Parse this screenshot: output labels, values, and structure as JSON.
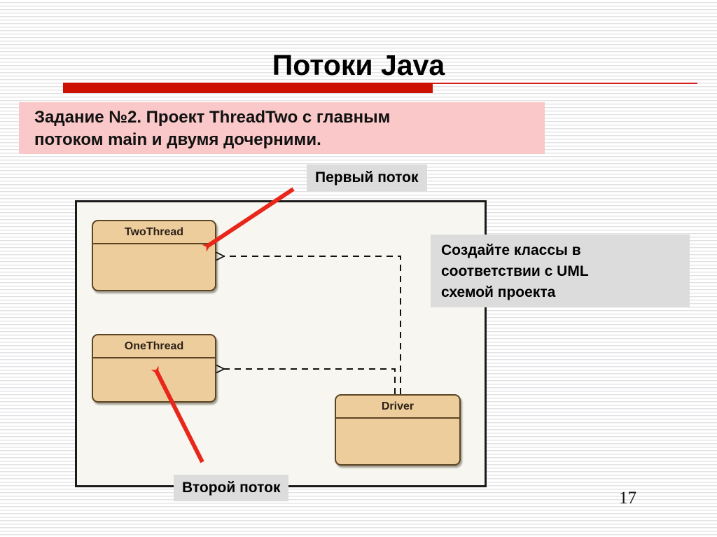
{
  "slide": {
    "title": "Потоки Java",
    "page_number": "17",
    "accent_color": "#cc1100",
    "task_box_color": "#fac8c8",
    "callout_color": "#dcdcdc",
    "uml_fill_color": "#eecd9c",
    "uml_border_color": "#5b4423",
    "arrow_color": "#e8271a"
  },
  "task": {
    "line1": "Задание №2. Проект  ThreadTwo с главным",
    "line2": "потоком main и двумя дочерними."
  },
  "callouts": {
    "first_thread": "Первый поток",
    "second_thread": "Второй поток"
  },
  "instruction": {
    "line1": "Создайте классы в",
    "line2": "соответствии с UML",
    "line3": "схемой проекта"
  },
  "diagram": {
    "classes": [
      {
        "name": "TwoThread"
      },
      {
        "name": "OneThread"
      },
      {
        "name": "Driver"
      }
    ],
    "relations": [
      {
        "from": "Driver",
        "to": "TwoThread",
        "kind": "dependency"
      },
      {
        "from": "Driver",
        "to": "OneThread",
        "kind": "dependency"
      }
    ]
  }
}
